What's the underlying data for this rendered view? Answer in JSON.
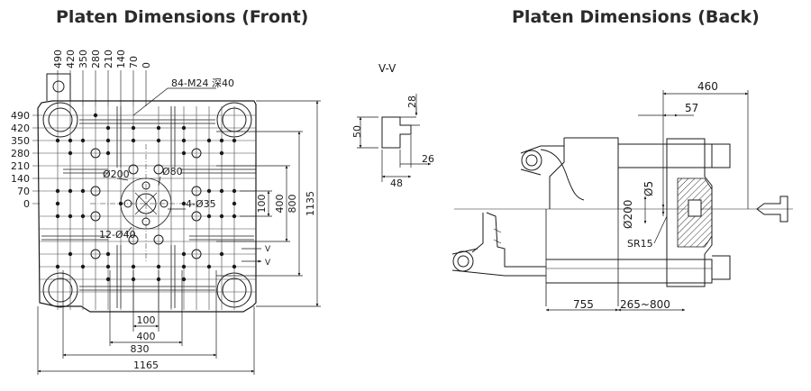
{
  "titles": {
    "front": "Platen Dimensions (Front)",
    "back": "Platen Dimensions (Back)"
  },
  "front": {
    "top_ticks": [
      "490",
      "420",
      "350",
      "280",
      "210",
      "140",
      "70",
      "0"
    ],
    "left_ticks": [
      "490",
      "420",
      "350",
      "280",
      "210",
      "140",
      "70",
      "0"
    ],
    "callouts": {
      "tap_holes": "84-M24 深40",
      "d200": "Ø200",
      "d80": "Ø80",
      "holes_4": "4-Ø35",
      "holes_12": "12-Ø40"
    },
    "bottom_dims": [
      "100",
      "400",
      "830",
      "1165"
    ],
    "right_dims": [
      "100",
      "400",
      "800",
      "1135"
    ],
    "arrow_marks": [
      "V",
      "V"
    ]
  },
  "section": {
    "title": "V-V",
    "dims": {
      "h1": "28",
      "h2": "50",
      "w1": "26",
      "w2": "48"
    }
  },
  "back": {
    "dims": {
      "top": "460",
      "small": "57",
      "d5": "Ø5",
      "d200": "Ø200",
      "sr": "SR15",
      "b1": "755",
      "b2": "265~800"
    }
  }
}
